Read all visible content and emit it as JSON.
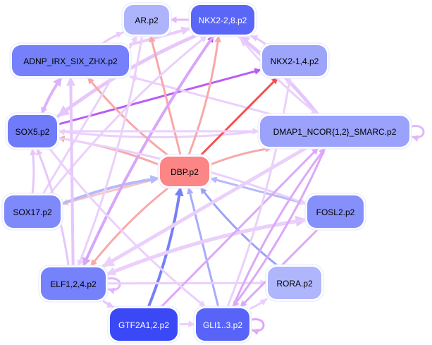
{
  "diagram": {
    "type": "directed-network",
    "nodes": [
      {
        "id": "AR",
        "label": "AR.p2",
        "fill": "#aeb4fc",
        "text_color": "#000000"
      },
      {
        "id": "NKX228",
        "label": "NKX2-2,8.p2",
        "fill": "#5a66f7",
        "text_color": "#ffffff"
      },
      {
        "id": "ADNP",
        "label": "ADNP_IRX_SIX_ZHX.p2",
        "fill": "#7580fa",
        "text_color": "#000000"
      },
      {
        "id": "NKX214",
        "label": "NKX2-1,4.p2",
        "fill": "#9da5fb",
        "text_color": "#000000"
      },
      {
        "id": "SOX5",
        "label": "SOX5.p2",
        "fill": "#6f7bf9",
        "text_color": "#000000"
      },
      {
        "id": "DMAP1",
        "label": "DMAP1_NCOR{1,2}_SMARC.p2",
        "fill": "#9aa2fb",
        "text_color": "#000000"
      },
      {
        "id": "DBP",
        "label": "DBP.p2",
        "fill": "#fc8585",
        "text_color": "#000000"
      },
      {
        "id": "SOX17",
        "label": "SOX17.p2",
        "fill": "#7e89fa",
        "text_color": "#000000"
      },
      {
        "id": "FOSL2",
        "label": "FOSL2.p2",
        "fill": "#8690fa",
        "text_color": "#000000"
      },
      {
        "id": "ELF124",
        "label": "ELF1,2,4.p2",
        "fill": "#7682fa",
        "text_color": "#000000"
      },
      {
        "id": "RORA",
        "label": "RORA.p2",
        "fill": "#b0b6fc",
        "text_color": "#000000"
      },
      {
        "id": "GTF2A1",
        "label": "GTF2A1,2.p2",
        "fill": "#3a48f5",
        "text_color": "#ffffff"
      },
      {
        "id": "GLI13",
        "label": "GLI1..3.p2",
        "fill": "#5864f7",
        "text_color": "#ffffff"
      }
    ],
    "edges": [
      {
        "from": "NKX228",
        "to": "AR",
        "color": "#e6b8fa",
        "weight": 3
      },
      {
        "from": "NKX214",
        "to": "NKX228",
        "color": "#e6c6fb",
        "weight": 3
      },
      {
        "from": "ADNP",
        "to": "AR",
        "color": "#ebcafc",
        "weight": 3
      },
      {
        "from": "ADNP",
        "to": "NKX228",
        "color": "#ebcafc",
        "weight": 4
      },
      {
        "from": "SOX5",
        "to": "ADNP",
        "color": "#dcb2fa",
        "weight": 4
      },
      {
        "from": "ADNP",
        "to": "SOX5",
        "color": "#dcb2fa",
        "weight": 3
      },
      {
        "from": "SOX5",
        "to": "NKX214",
        "color": "#b95cf5",
        "weight": 3
      },
      {
        "from": "NKX228",
        "to": "SOX5",
        "color": "#e6c6fb",
        "weight": 5
      },
      {
        "from": "DMAP1",
        "to": "SOX5",
        "color": "#ead0fb",
        "weight": 3
      },
      {
        "from": "DMAP1",
        "to": "ADNP",
        "color": "#ead0fb",
        "weight": 3
      },
      {
        "from": "DMAP1",
        "to": "DMAP1",
        "color": "#e0b8fa",
        "weight": 3
      },
      {
        "from": "DMAP1",
        "to": "NKX228",
        "color": "#e6c6fb",
        "weight": 5
      },
      {
        "from": "DBP",
        "to": "AR",
        "color": "#f8a8a8",
        "weight": 3
      },
      {
        "from": "DBP",
        "to": "NKX228",
        "color": "#f8a8a8",
        "weight": 3
      },
      {
        "from": "DBP",
        "to": "ADNP",
        "color": "#f8a8a8",
        "weight": 3
      },
      {
        "from": "DBP",
        "to": "NKX214",
        "color": "#f25050",
        "weight": 3
      },
      {
        "from": "DBP",
        "to": "DMAP1",
        "color": "#f8a8a8",
        "weight": 3
      },
      {
        "from": "DBP",
        "to": "SOX5",
        "color": "#f8a8a8",
        "weight": 3
      },
      {
        "from": "DBP",
        "to": "SOX17",
        "color": "#fbc2c2",
        "weight": 3
      },
      {
        "from": "DBP",
        "to": "ELF124",
        "color": "#f8a8a8",
        "weight": 3
      },
      {
        "from": "SOX17",
        "to": "DBP",
        "color": "#b4baf9",
        "weight": 4
      },
      {
        "from": "FOSL2",
        "to": "DBP",
        "color": "#b4baf9",
        "weight": 3
      },
      {
        "from": "RORA",
        "to": "DBP",
        "color": "#9aa2f7",
        "weight": 3
      },
      {
        "from": "GTF2A1",
        "to": "DBP",
        "color": "#7580f5",
        "weight": 4
      },
      {
        "from": "GLI13",
        "to": "DBP",
        "color": "#a7adf8",
        "weight": 3
      },
      {
        "from": "SOX17",
        "to": "SOX5",
        "color": "#e6c6fb",
        "weight": 3
      },
      {
        "from": "SOX17",
        "to": "NKX228",
        "color": "#ead0fb",
        "weight": 3
      },
      {
        "from": "SOX17",
        "to": "AR",
        "color": "#ead0fb",
        "weight": 3
      },
      {
        "from": "ELF124",
        "to": "NKX228",
        "color": "#b040f0",
        "weight": 3
      },
      {
        "from": "NKX228",
        "to": "ELF124",
        "color": "#d8a6f8",
        "weight": 4
      },
      {
        "from": "ELF124",
        "to": "ADNP",
        "color": "#e6c6fb",
        "weight": 4
      },
      {
        "from": "ELF124",
        "to": "SOX5",
        "color": "#e6c6fb",
        "weight": 3
      },
      {
        "from": "ELF124",
        "to": "ELF124",
        "color": "#e0b8fa",
        "weight": 3
      },
      {
        "from": "ELF124",
        "to": "RORA",
        "color": "#ead0fb",
        "weight": 3
      },
      {
        "from": "ELF124",
        "to": "FOSL2",
        "color": "#e6c6fb",
        "weight": 5
      },
      {
        "from": "ELF124",
        "to": "GTF2A1",
        "color": "#e6c6fb",
        "weight": 3
      },
      {
        "from": "DMAP1",
        "to": "ELF124",
        "color": "#ead0fb",
        "weight": 5
      },
      {
        "from": "FOSL2",
        "to": "ELF124",
        "color": "#ead0fb",
        "weight": 4
      },
      {
        "from": "SOX5",
        "to": "FOSL2",
        "color": "#ead0fb",
        "weight": 3
      },
      {
        "from": "GTF2A1",
        "to": "DMAP1",
        "color": "#dca8f8",
        "weight": 3
      },
      {
        "from": "GLI13",
        "to": "DMAP1",
        "color": "#dca8f8",
        "weight": 3
      },
      {
        "from": "GLI13",
        "to": "NKX214",
        "color": "#ead0fb",
        "weight": 3
      },
      {
        "from": "GLI13",
        "to": "GLI13",
        "color": "#dca8f8",
        "weight": 3
      },
      {
        "from": "GLI13",
        "to": "RORA",
        "color": "#ead0fb",
        "weight": 3
      },
      {
        "from": "GTF2A1",
        "to": "GLI13",
        "color": "#ead0fb",
        "weight": 3
      },
      {
        "from": "FOSL2",
        "to": "GLI13",
        "color": "#dca8f8",
        "weight": 3
      },
      {
        "from": "DMAP1",
        "to": "GLI13",
        "color": "#dca8f8",
        "weight": 3
      },
      {
        "from": "SOX5",
        "to": "GLI13",
        "color": "#ead0fb",
        "weight": 3
      },
      {
        "from": "SOX5",
        "to": "DMAP1",
        "color": "#ead0fb",
        "weight": 3
      },
      {
        "from": "NKX228",
        "to": "DMAP1",
        "color": "#ead0fb",
        "weight": 3
      },
      {
        "from": "AR",
        "to": "ELF124",
        "color": "#ead0fb",
        "weight": 3
      }
    ]
  }
}
